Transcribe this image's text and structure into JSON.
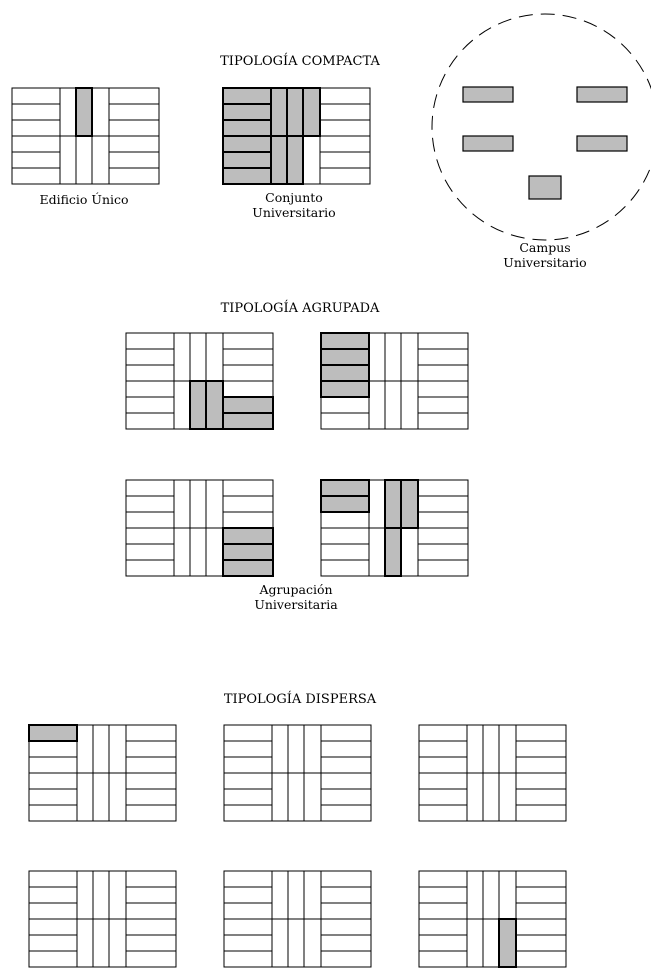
{
  "sections": {
    "compacta": {
      "title": "TIPOLOGÍA  COMPACTA",
      "captions": {
        "edificio_unico": "Edificio Único",
        "conjunto_line1": "Conjunto",
        "conjunto_line2": "Universitario",
        "campus_line1": "Campus",
        "campus_line2": "Universitario"
      }
    },
    "agrupada": {
      "title": "TIPOLOGÍA  AGRUPADA",
      "captions": {
        "agrupacion_line1": "Agrupación",
        "agrupacion_line2": "Universitaria"
      }
    },
    "dispersa": {
      "title": "TIPOLOGÍA  DISPERSA"
    }
  },
  "colors": {
    "shade": "#bdbdbd",
    "stroke": "#000000"
  }
}
